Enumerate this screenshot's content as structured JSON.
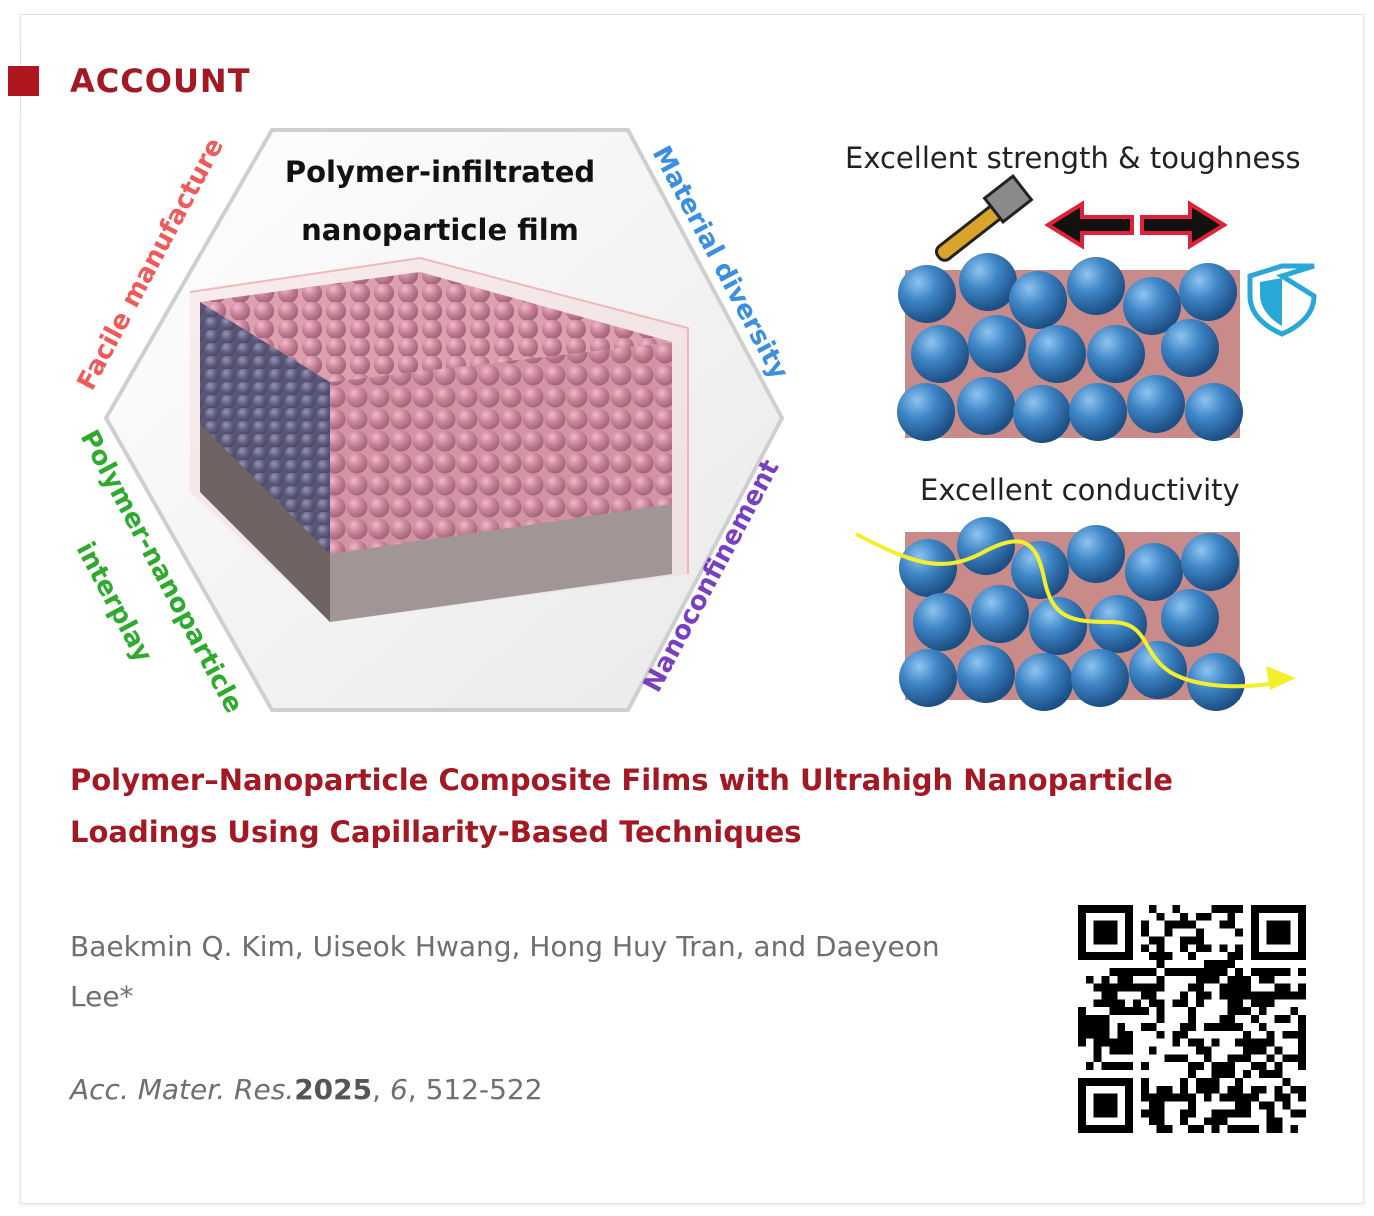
{
  "section_label": "ACCOUNT",
  "graphic": {
    "hexagon_title_line1": "Polymer-infiltrated",
    "hexagon_title_line2": "nanoparticle film",
    "side_facile": "Facile manufacture",
    "side_material": "Material diversity",
    "side_polymer": "Polymer-nanoparticle",
    "side_interplay": "interplay",
    "side_nanoconfinement": "Nanoconfinement",
    "strength_caption": "Excellent  strength & toughness",
    "conductivity_caption": "Excellent  conductivity",
    "colors": {
      "facile": "#f05a5a",
      "material": "#3a8fe0",
      "polymer": "#2eaa2e",
      "nanoconfinement": "#7a3fc0",
      "particle_blue": "#3f86c6",
      "particle_pink": "#c07896",
      "matrix": "#c98a8a"
    }
  },
  "article": {
    "title_line1": "Polymer–Nanoparticle Composite Films with Ultrahigh Nanoparticle",
    "title_line2": "Loadings Using Capillarity-Based Techniques",
    "authors_line1": "Baekmin Q. Kim, Uiseok Hwang, Hong Huy Tran, and Daeyeon",
    "authors_line2": "Lee*",
    "journal": "Acc. Mater. Res.",
    "year": "2025",
    "sep1": ", ",
    "volume": "6",
    "pages": ", 512-522"
  },
  "colors": {
    "accent": "#a31822",
    "text_gray": "#6f6f6f"
  }
}
